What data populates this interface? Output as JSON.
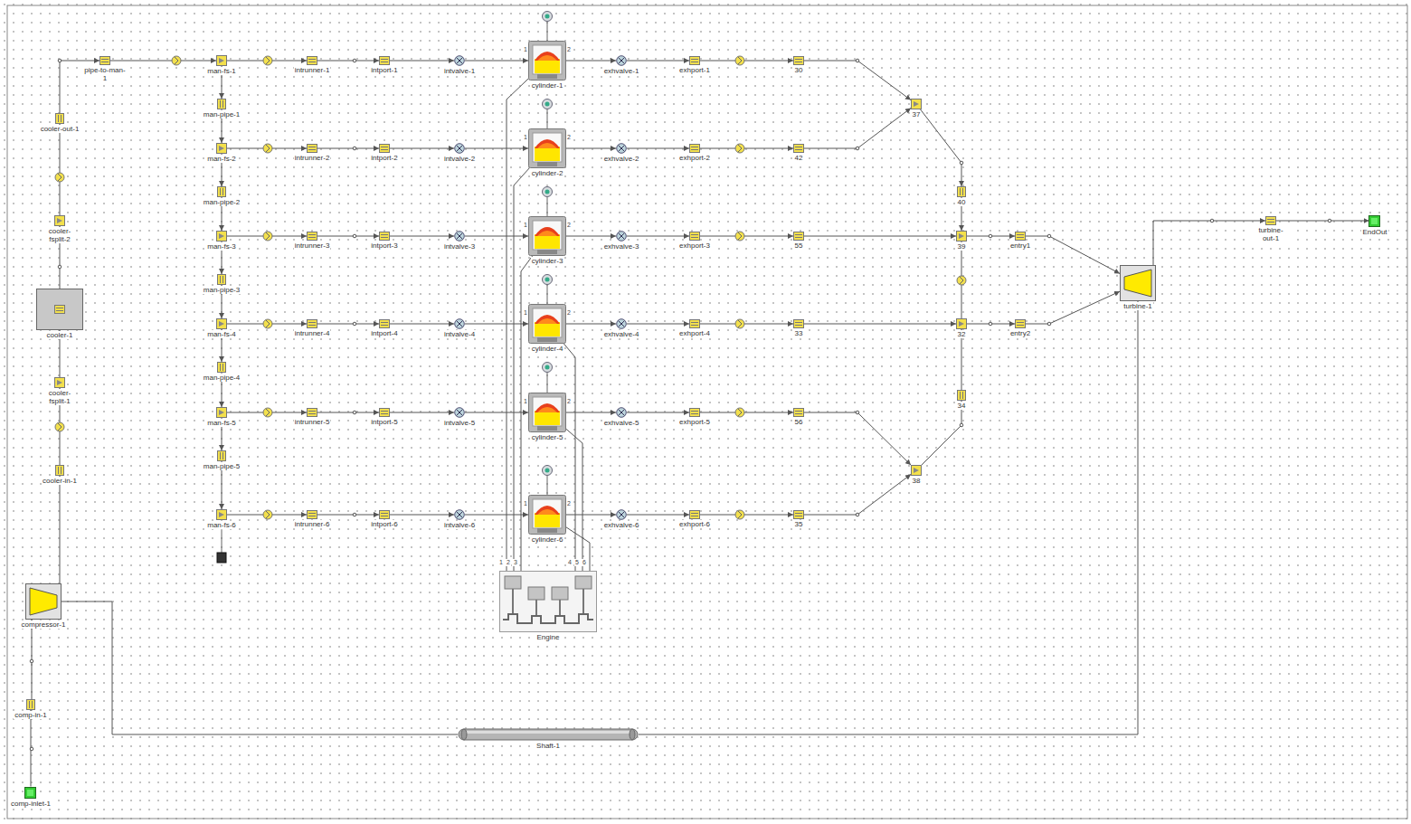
{
  "diagram": {
    "nodes": [
      {
        "text": [
          "comp-inlet-1"
        ]
      },
      {
        "text": [
          "comp-in-1"
        ]
      },
      {
        "text": [
          "compressor-1"
        ]
      },
      {
        "text": [
          "cooler-in-1"
        ]
      },
      {
        "text": [
          "cooler-fsplit-1"
        ]
      },
      {
        "text": [
          "cooler-1"
        ]
      },
      {
        "text": [
          "cooler-fsplit-2"
        ]
      },
      {
        "text": [
          "cooler-out-1"
        ]
      },
      {
        "text": [
          "pipe-to-man-1"
        ]
      },
      {
        "text": [
          "man-fs-1"
        ]
      },
      {
        "text": [
          "man-pipe-1"
        ]
      },
      {
        "text": [
          "man-fs-2"
        ]
      },
      {
        "text": [
          "man-pipe-2"
        ]
      },
      {
        "text": [
          "man-fs-3"
        ]
      },
      {
        "text": [
          "man-pipe-3"
        ]
      },
      {
        "text": [
          "man-fs-4"
        ]
      },
      {
        "text": [
          "man-pipe-4"
        ]
      },
      {
        "text": [
          "man-fs-5"
        ]
      },
      {
        "text": [
          "man-pipe-5"
        ]
      },
      {
        "text": [
          "man-fs-6"
        ]
      },
      {
        "text": [
          "intrunner-1"
        ]
      },
      {
        "text": [
          "intport-1"
        ]
      },
      {
        "text": [
          "intvalve-1"
        ]
      },
      {
        "text": [
          "cylinder-1"
        ]
      },
      {
        "text": [
          "exhvalve-1"
        ]
      },
      {
        "text": [
          "exhport-1"
        ]
      },
      {
        "text": [
          "30"
        ]
      },
      {
        "text": [
          "intrunner-2"
        ]
      },
      {
        "text": [
          "intport-2"
        ]
      },
      {
        "text": [
          "intvalve-2"
        ]
      },
      {
        "text": [
          "cylinder-2"
        ]
      },
      {
        "text": [
          "exhvalve-2"
        ]
      },
      {
        "text": [
          "exhport-2"
        ]
      },
      {
        "text": [
          "42"
        ]
      },
      {
        "text": [
          "intrunner-3"
        ]
      },
      {
        "text": [
          "intport-3"
        ]
      },
      {
        "text": [
          "intvalve-3"
        ]
      },
      {
        "text": [
          "cylinder-3"
        ]
      },
      {
        "text": [
          "exhvalve-3"
        ]
      },
      {
        "text": [
          "exhport-3"
        ]
      },
      {
        "text": [
          "55"
        ]
      },
      {
        "text": [
          "intrunner-4"
        ]
      },
      {
        "text": [
          "intport-4"
        ]
      },
      {
        "text": [
          "intvalve-4"
        ]
      },
      {
        "text": [
          "cylinder-4"
        ]
      },
      {
        "text": [
          "exhvalve-4"
        ]
      },
      {
        "text": [
          "exhport-4"
        ]
      },
      {
        "text": [
          "33"
        ]
      },
      {
        "text": [
          "intrunner-5"
        ]
      },
      {
        "text": [
          "intport-5"
        ]
      },
      {
        "text": [
          "intvalve-5"
        ]
      },
      {
        "text": [
          "cylinder-5"
        ]
      },
      {
        "text": [
          "exhvalve-5"
        ]
      },
      {
        "text": [
          "exhport-5"
        ]
      },
      {
        "text": [
          "56"
        ]
      },
      {
        "text": [
          "intrunner-6"
        ]
      },
      {
        "text": [
          "intport-6"
        ]
      },
      {
        "text": [
          "intvalve-6"
        ]
      },
      {
        "text": [
          "cylinder-6"
        ]
      },
      {
        "text": [
          "exhvalve-6"
        ]
      },
      {
        "text": [
          "exhport-6"
        ]
      },
      {
        "text": [
          "35"
        ]
      },
      {
        "text": [
          "37"
        ]
      },
      {
        "text": [
          "38"
        ]
      },
      {
        "text": [
          "40"
        ]
      },
      {
        "text": [
          "39"
        ]
      },
      {
        "text": [
          "32"
        ]
      },
      {
        "text": [
          "34"
        ]
      },
      {
        "text": [
          "entry1"
        ]
      },
      {
        "text": [
          "entry2"
        ]
      },
      {
        "text": [
          "turbine-1"
        ]
      },
      {
        "text": [
          "turbine-out-1"
        ]
      },
      {
        "text": [
          "EndOut"
        ]
      },
      {
        "text": [
          "Engine"
        ]
      },
      {
        "text": [
          "Shaft-1"
        ]
      }
    ],
    "edges": [
      {
        "from": 0,
        "to": 1,
        "arrow": "to"
      },
      {
        "from": 1,
        "to": 2,
        "arrow": "to"
      },
      {
        "from": 2,
        "to": 3,
        "arrow": "to"
      },
      {
        "from": 3,
        "to": 4,
        "arrow": "to"
      },
      {
        "from": 4,
        "to": 5,
        "arrow": "to"
      },
      {
        "from": 5,
        "to": 6,
        "arrow": "to"
      },
      {
        "from": 6,
        "to": 7,
        "arrow": "to"
      },
      {
        "from": 7,
        "to": 8,
        "arrow": "to"
      },
      {
        "from": 8,
        "to": 9,
        "arrow": "to"
      },
      {
        "from": 9,
        "to": 10,
        "arrow": "to"
      },
      {
        "from": 10,
        "to": 11,
        "arrow": "to"
      },
      {
        "from": 11,
        "to": 12,
        "arrow": "to"
      },
      {
        "from": 12,
        "to": 13,
        "arrow": "to"
      },
      {
        "from": 13,
        "to": 14,
        "arrow": "to"
      },
      {
        "from": 14,
        "to": 15,
        "arrow": "to"
      },
      {
        "from": 15,
        "to": 16,
        "arrow": "to"
      },
      {
        "from": 16,
        "to": 17,
        "arrow": "to"
      },
      {
        "from": 17,
        "to": 18,
        "arrow": "to"
      },
      {
        "from": 18,
        "to": 19,
        "arrow": "to"
      },
      {
        "from": 9,
        "to": 20,
        "arrow": "to"
      },
      {
        "from": 20,
        "to": 21,
        "arrow": "to"
      },
      {
        "from": 21,
        "to": 22,
        "arrow": "to"
      },
      {
        "from": 22,
        "to": 23,
        "arrow": "to"
      },
      {
        "from": 23,
        "to": 24,
        "arrow": "to"
      },
      {
        "from": 24,
        "to": 25,
        "arrow": "to"
      },
      {
        "from": 25,
        "to": 26,
        "arrow": "to"
      },
      {
        "from": 11,
        "to": 27,
        "arrow": "to"
      },
      {
        "from": 27,
        "to": 28,
        "arrow": "to"
      },
      {
        "from": 28,
        "to": 29,
        "arrow": "to"
      },
      {
        "from": 29,
        "to": 30,
        "arrow": "to"
      },
      {
        "from": 30,
        "to": 31,
        "arrow": "to"
      },
      {
        "from": 31,
        "to": 32,
        "arrow": "to"
      },
      {
        "from": 32,
        "to": 33,
        "arrow": "to"
      },
      {
        "from": 13,
        "to": 34,
        "arrow": "to"
      },
      {
        "from": 34,
        "to": 35,
        "arrow": "to"
      },
      {
        "from": 35,
        "to": 36,
        "arrow": "to"
      },
      {
        "from": 36,
        "to": 37,
        "arrow": "to"
      },
      {
        "from": 37,
        "to": 38,
        "arrow": "to"
      },
      {
        "from": 38,
        "to": 39,
        "arrow": "to"
      },
      {
        "from": 39,
        "to": 40,
        "arrow": "to"
      },
      {
        "from": 15,
        "to": 41,
        "arrow": "to"
      },
      {
        "from": 41,
        "to": 42,
        "arrow": "to"
      },
      {
        "from": 42,
        "to": 43,
        "arrow": "to"
      },
      {
        "from": 43,
        "to": 44,
        "arrow": "to"
      },
      {
        "from": 44,
        "to": 45,
        "arrow": "to"
      },
      {
        "from": 45,
        "to": 46,
        "arrow": "to"
      },
      {
        "from": 46,
        "to": 47,
        "arrow": "to"
      },
      {
        "from": 17,
        "to": 48,
        "arrow": "to"
      },
      {
        "from": 48,
        "to": 49,
        "arrow": "to"
      },
      {
        "from": 49,
        "to": 50,
        "arrow": "to"
      },
      {
        "from": 50,
        "to": 51,
        "arrow": "to"
      },
      {
        "from": 51,
        "to": 52,
        "arrow": "to"
      },
      {
        "from": 52,
        "to": 53,
        "arrow": "to"
      },
      {
        "from": 53,
        "to": 54,
        "arrow": "to"
      },
      {
        "from": 19,
        "to": 55,
        "arrow": "to"
      },
      {
        "from": 55,
        "to": 56,
        "arrow": "to"
      },
      {
        "from": 56,
        "to": 57,
        "arrow": "to"
      },
      {
        "from": 57,
        "to": 58,
        "arrow": "to"
      },
      {
        "from": 58,
        "to": 59,
        "arrow": "to"
      },
      {
        "from": 59,
        "to": 60,
        "arrow": "to"
      },
      {
        "from": 60,
        "to": 61,
        "arrow": "to"
      },
      {
        "from": 26,
        "to": 62,
        "arrow": "to"
      },
      {
        "from": 33,
        "to": 62,
        "arrow": "to"
      },
      {
        "from": 62,
        "to": 64,
        "arrow": "to"
      },
      {
        "from": 64,
        "to": 65,
        "arrow": "to"
      },
      {
        "from": 40,
        "to": 65,
        "arrow": "to"
      },
      {
        "from": 65,
        "to": 68,
        "arrow": "to"
      },
      {
        "from": 68,
        "to": 70,
        "arrow": "to"
      },
      {
        "from": 47,
        "to": 66,
        "arrow": "to"
      },
      {
        "from": 54,
        "to": 63,
        "arrow": "to"
      },
      {
        "from": 61,
        "to": 63,
        "arrow": "to"
      },
      {
        "from": 63,
        "to": 67,
        "arrow": "to"
      },
      {
        "from": 67,
        "to": 66,
        "arrow": "to"
      },
      {
        "from": 66,
        "to": 69,
        "arrow": "to"
      },
      {
        "from": 69,
        "to": 70,
        "arrow": "to"
      },
      {
        "from": 65,
        "to": 66,
        "arrow": "none"
      },
      {
        "from": 70,
        "to": 71,
        "arrow": "to"
      },
      {
        "from": 71,
        "to": 72,
        "arrow": "to"
      },
      {
        "from": 23,
        "to": 73,
        "arrow": "none"
      },
      {
        "from": 30,
        "to": 73,
        "arrow": "none"
      },
      {
        "from": 37,
        "to": 73,
        "arrow": "none"
      },
      {
        "from": 44,
        "to": 73,
        "arrow": "none"
      },
      {
        "from": 51,
        "to": 73,
        "arrow": "none"
      },
      {
        "from": 58,
        "to": 73,
        "arrow": "none"
      },
      {
        "from": 2,
        "to": 74,
        "arrow": "none"
      },
      {
        "from": 70,
        "to": 74,
        "arrow": "none"
      }
    ],
    "labels": [
      "1",
      "2",
      "1",
      "2",
      "1",
      "2",
      "1",
      "2",
      "1",
      "2",
      "1",
      "2",
      "1",
      "2",
      "3",
      "4",
      "5",
      "6"
    ]
  }
}
